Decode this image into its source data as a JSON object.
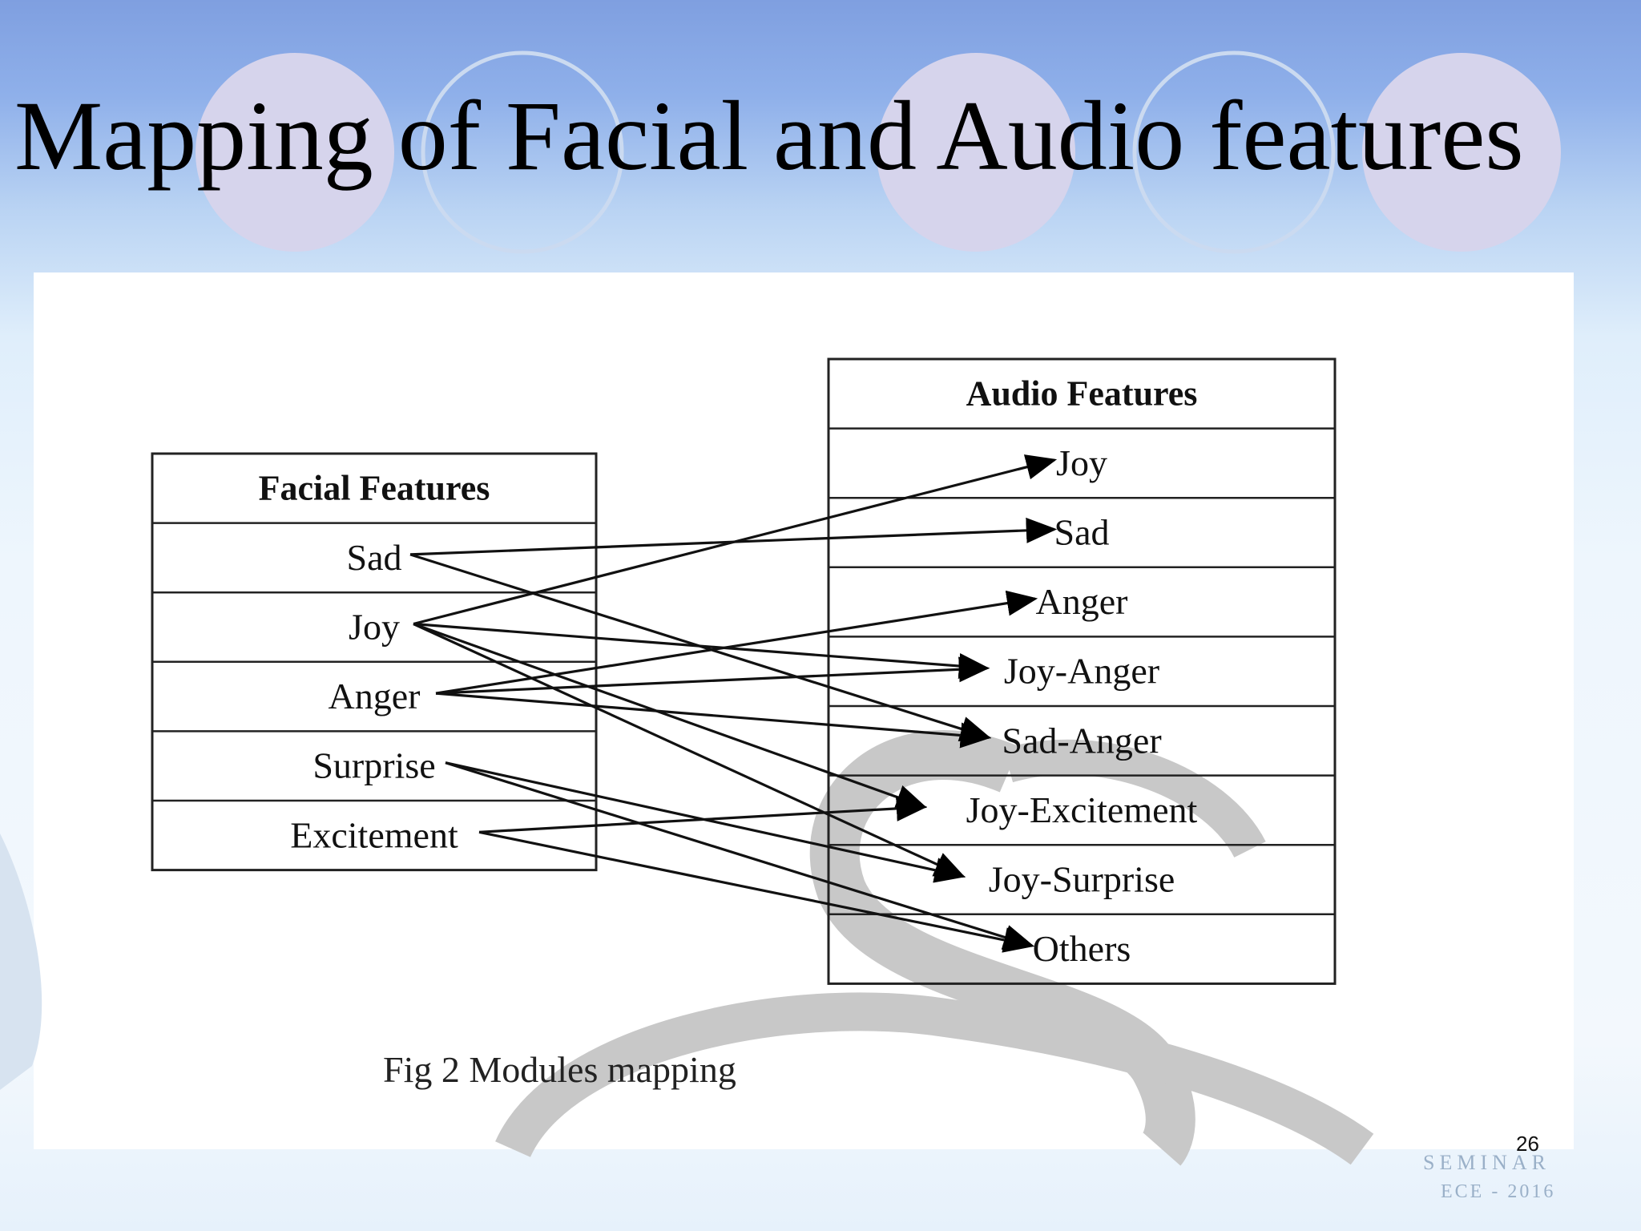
{
  "slide": {
    "title": "Mapping of Facial and Audio features",
    "number": "26",
    "branding_line1": "SEMINAR",
    "branding_line2": "ECE - 2016"
  },
  "diagram": {
    "caption": "Fig 2 Modules mapping",
    "left_header": "Facial Features",
    "left_items": [
      "Sad",
      "Joy",
      "Anger",
      "Surprise",
      "Excitement"
    ],
    "right_header": "Audio Features",
    "right_items": [
      "Joy",
      "Sad",
      "Anger",
      "Joy-Anger",
      "Sad-Anger",
      "Joy-Excitement",
      "Joy-Surprise",
      "Others"
    ],
    "mappings": [
      {
        "from": "Sad",
        "to": "Sad"
      },
      {
        "from": "Sad",
        "to": "Sad-Anger"
      },
      {
        "from": "Joy",
        "to": "Joy"
      },
      {
        "from": "Joy",
        "to": "Joy-Anger"
      },
      {
        "from": "Joy",
        "to": "Joy-Excitement"
      },
      {
        "from": "Joy",
        "to": "Joy-Surprise"
      },
      {
        "from": "Anger",
        "to": "Anger"
      },
      {
        "from": "Anger",
        "to": "Joy-Anger"
      },
      {
        "from": "Anger",
        "to": "Sad-Anger"
      },
      {
        "from": "Surprise",
        "to": "Joy-Surprise"
      },
      {
        "from": "Surprise",
        "to": "Others"
      },
      {
        "from": "Excitement",
        "to": "Joy-Excitement"
      },
      {
        "from": "Excitement",
        "to": "Others"
      }
    ]
  },
  "colors": {
    "circle_fill": "#d6d4ec",
    "circle_outline": "#c9d9ee",
    "swirl": "#c8c8c8"
  }
}
